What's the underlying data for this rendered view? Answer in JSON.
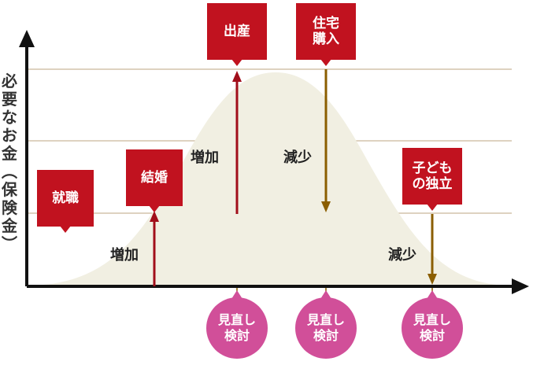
{
  "y_axis_label": "必要なお金（保険金）",
  "events": [
    {
      "id": "employment",
      "lines": [
        "就職"
      ]
    },
    {
      "id": "marriage",
      "lines": [
        "結婚"
      ]
    },
    {
      "id": "childbirth",
      "lines": [
        "出産"
      ]
    },
    {
      "id": "home-purchase",
      "lines": [
        "住宅",
        "購入"
      ]
    },
    {
      "id": "child-independence",
      "lines": [
        "子ども",
        "の独立"
      ]
    }
  ],
  "annotations": {
    "increase": "増加",
    "decrease": "減少"
  },
  "review": {
    "lines": [
      "見直し",
      "検討"
    ]
  },
  "colors": {
    "event_box": "#c1121f",
    "increase_arrow": "#a10e1a",
    "decrease_arrow": "#8b5e00",
    "review_circle": "#d14f99",
    "curve_fill": "#f1efe2",
    "axis": "#111111",
    "grid": "#c9b79b"
  }
}
